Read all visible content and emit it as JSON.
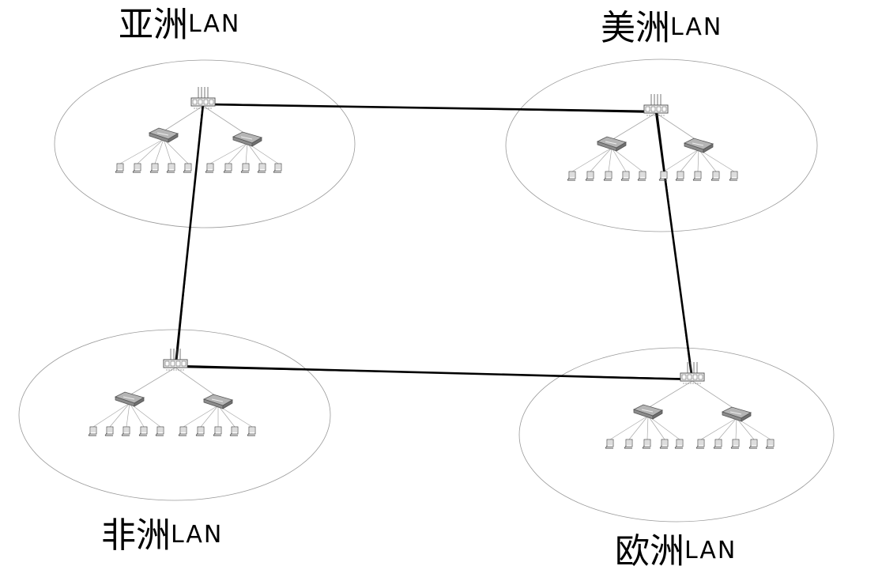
{
  "lans": [
    {
      "id": "asia",
      "label_main": "亚洲",
      "label_suffix": "LAN"
    },
    {
      "id": "america",
      "label_main": "美洲",
      "label_suffix": "LAN"
    },
    {
      "id": "africa",
      "label_main": "非洲",
      "label_suffix": "LAN"
    },
    {
      "id": "europe",
      "label_main": "欧洲",
      "label_suffix": "LAN"
    }
  ],
  "colors": {
    "ellipse_stroke": "#9a9a9a",
    "backbone": "#000000",
    "branch_line": "#a8a8a8",
    "device_fill": "#8c8c8c",
    "device_stroke": "#555555",
    "router_fill": "#ffffff"
  },
  "icons": {
    "router": "router-icon",
    "switch": "switch-icon",
    "computer": "computer-icon"
  },
  "topology": {
    "switches_per_lan": 2,
    "computers_per_switch": 5,
    "backbone_links": [
      [
        "asia",
        "america"
      ],
      [
        "america",
        "europe"
      ],
      [
        "europe",
        "africa"
      ],
      [
        "africa",
        "asia"
      ]
    ]
  }
}
